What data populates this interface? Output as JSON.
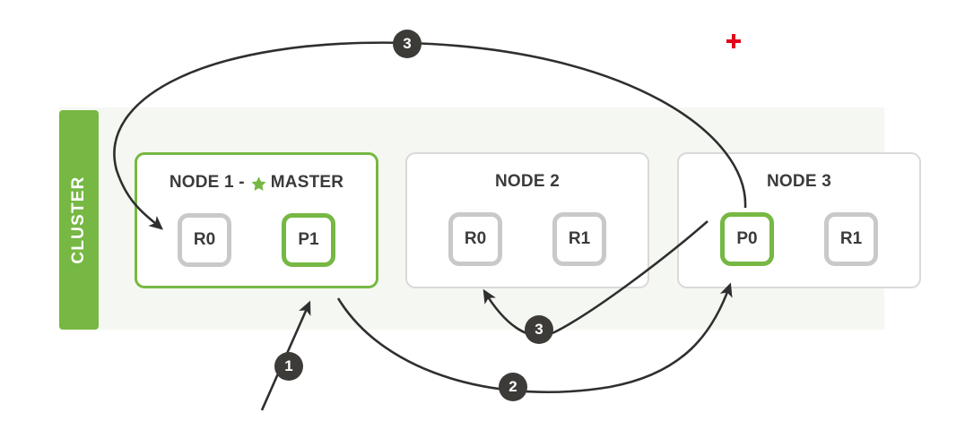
{
  "cluster": {
    "label": "CLUSTER",
    "accent_color": "#76b843",
    "background_color": "#f5f8f2"
  },
  "nodes": [
    {
      "name": "NODE 1 - ",
      "suffix": "MASTER",
      "is_master": true,
      "star_icon": "star-icon",
      "shards": [
        {
          "label": "R0",
          "role": "replica"
        },
        {
          "label": "P1",
          "role": "primary"
        }
      ]
    },
    {
      "name": "NODE 2",
      "suffix": "",
      "is_master": false,
      "shards": [
        {
          "label": "R0",
          "role": "replica"
        },
        {
          "label": "R1",
          "role": "replica"
        }
      ]
    },
    {
      "name": "NODE 3",
      "suffix": "",
      "is_master": false,
      "shards": [
        {
          "label": "P0",
          "role": "primary"
        },
        {
          "label": "R1",
          "role": "replica"
        }
      ]
    }
  ],
  "steps": [
    {
      "id": "3a",
      "label": "3"
    },
    {
      "id": "1",
      "label": "1"
    },
    {
      "id": "2",
      "label": "2"
    },
    {
      "id": "3b",
      "label": "3"
    }
  ],
  "markers": {
    "plus": {
      "icon": "plus-icon",
      "color": "#e2001a"
    }
  },
  "colors": {
    "primary_green": "#76b843",
    "replica_grey": "#c9c9c9",
    "text_dark": "#3b3b3b",
    "badge_dark": "#3d3b38",
    "arrow_dark": "#2f2f2f"
  }
}
